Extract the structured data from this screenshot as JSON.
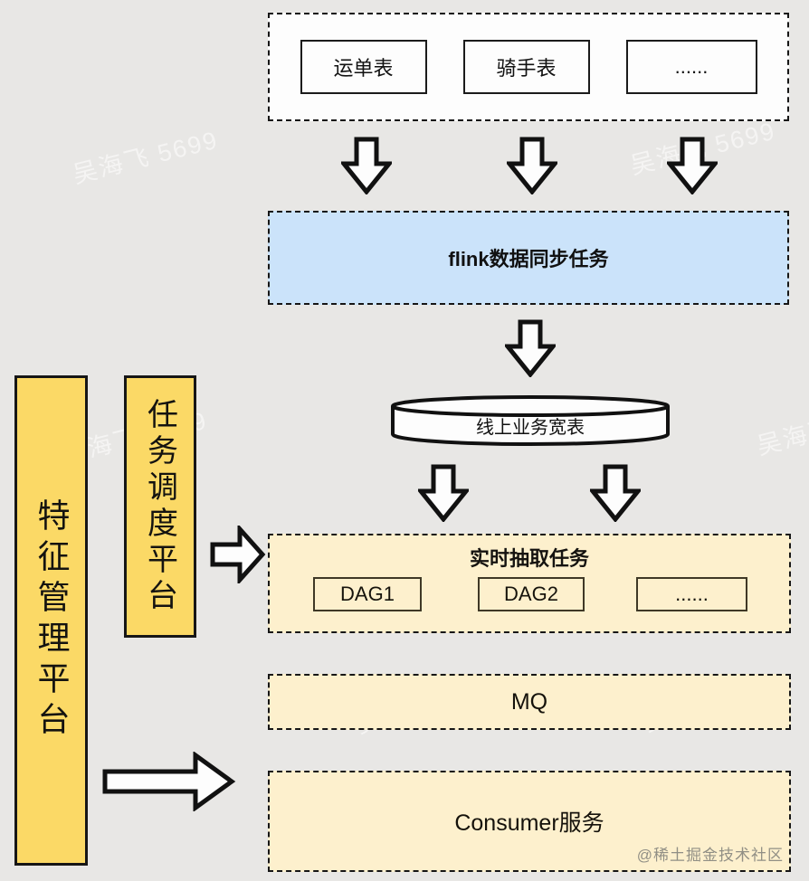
{
  "watermark": {
    "text": "吴海飞 5699",
    "credit": "@稀土掘金技术社区"
  },
  "sources": {
    "items": [
      "运单表",
      "骑手表",
      "......"
    ]
  },
  "flink": {
    "label": "flink数据同步任务"
  },
  "db": {
    "label": "线上业务宽表"
  },
  "extract": {
    "title": "实时抽取任务",
    "items": [
      "DAG1",
      "DAG2",
      "......"
    ]
  },
  "mq": {
    "label": "MQ"
  },
  "consumer": {
    "label": "Consumer服务"
  },
  "platforms": {
    "feature": "特征管理平台",
    "scheduler": "任务调度平台"
  },
  "colors": {
    "background": "#e8e7e5",
    "flink_bg": "#cbe3fa",
    "task_bg": "#fdf0cd",
    "platform_bg": "#fbd966",
    "box_bg": "#fdfdfd",
    "border": "#161616",
    "credit_text": "#918f85"
  },
  "icons": {
    "down_arrow": "down-arrow-icon",
    "right_arrow": "right-arrow-icon",
    "database": "database-cylinder-icon"
  }
}
